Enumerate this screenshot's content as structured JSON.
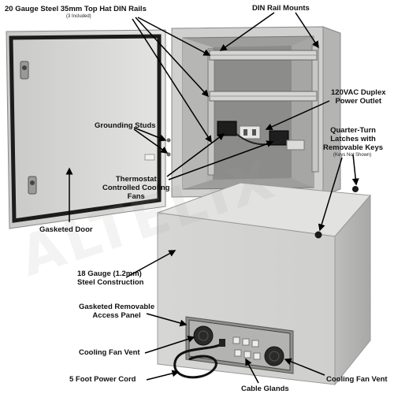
{
  "labels": {
    "din_rails": "20 Gauge Steel 35mm Top Hat DIN Rails",
    "din_rails_sub": "(3 Included)",
    "din_rail_mounts": "DIN Rail Mounts",
    "outlet_line1": "120VAC Duplex",
    "outlet_line2": "Power Outlet",
    "grounding_studs": "Grounding Studs",
    "latches_line1": "Quarter-Turn",
    "latches_line2": "Latches with",
    "latches_line3": "Removable Keys",
    "latches_sub": "(Keys Not Shown)",
    "thermostat_line1": "Thermostat",
    "thermostat_line2": "Controlled Cooling",
    "thermostat_line3": "Fans",
    "gasketed_door": "Gasketed Door",
    "steel_line1": "18 Gauge (1.2mm)",
    "steel_line2": "Steel Construction",
    "panel_line1": "Gasketed Removable",
    "panel_line2": "Access Panel",
    "fan_vent_left": "Cooling Fan Vent",
    "power_cord": "5 Foot Power Cord",
    "cable_glands": "Cable Glands",
    "fan_vent_right": "Cooling Fan Vent"
  },
  "watermark": "ALTELIX",
  "colors": {
    "enclosure_light": "#d8d8d6",
    "enclosure_mid": "#c4c4c2",
    "enclosure_dark": "#a9a9a7",
    "gasket": "#1c1c1c",
    "label_text": "#111111"
  }
}
